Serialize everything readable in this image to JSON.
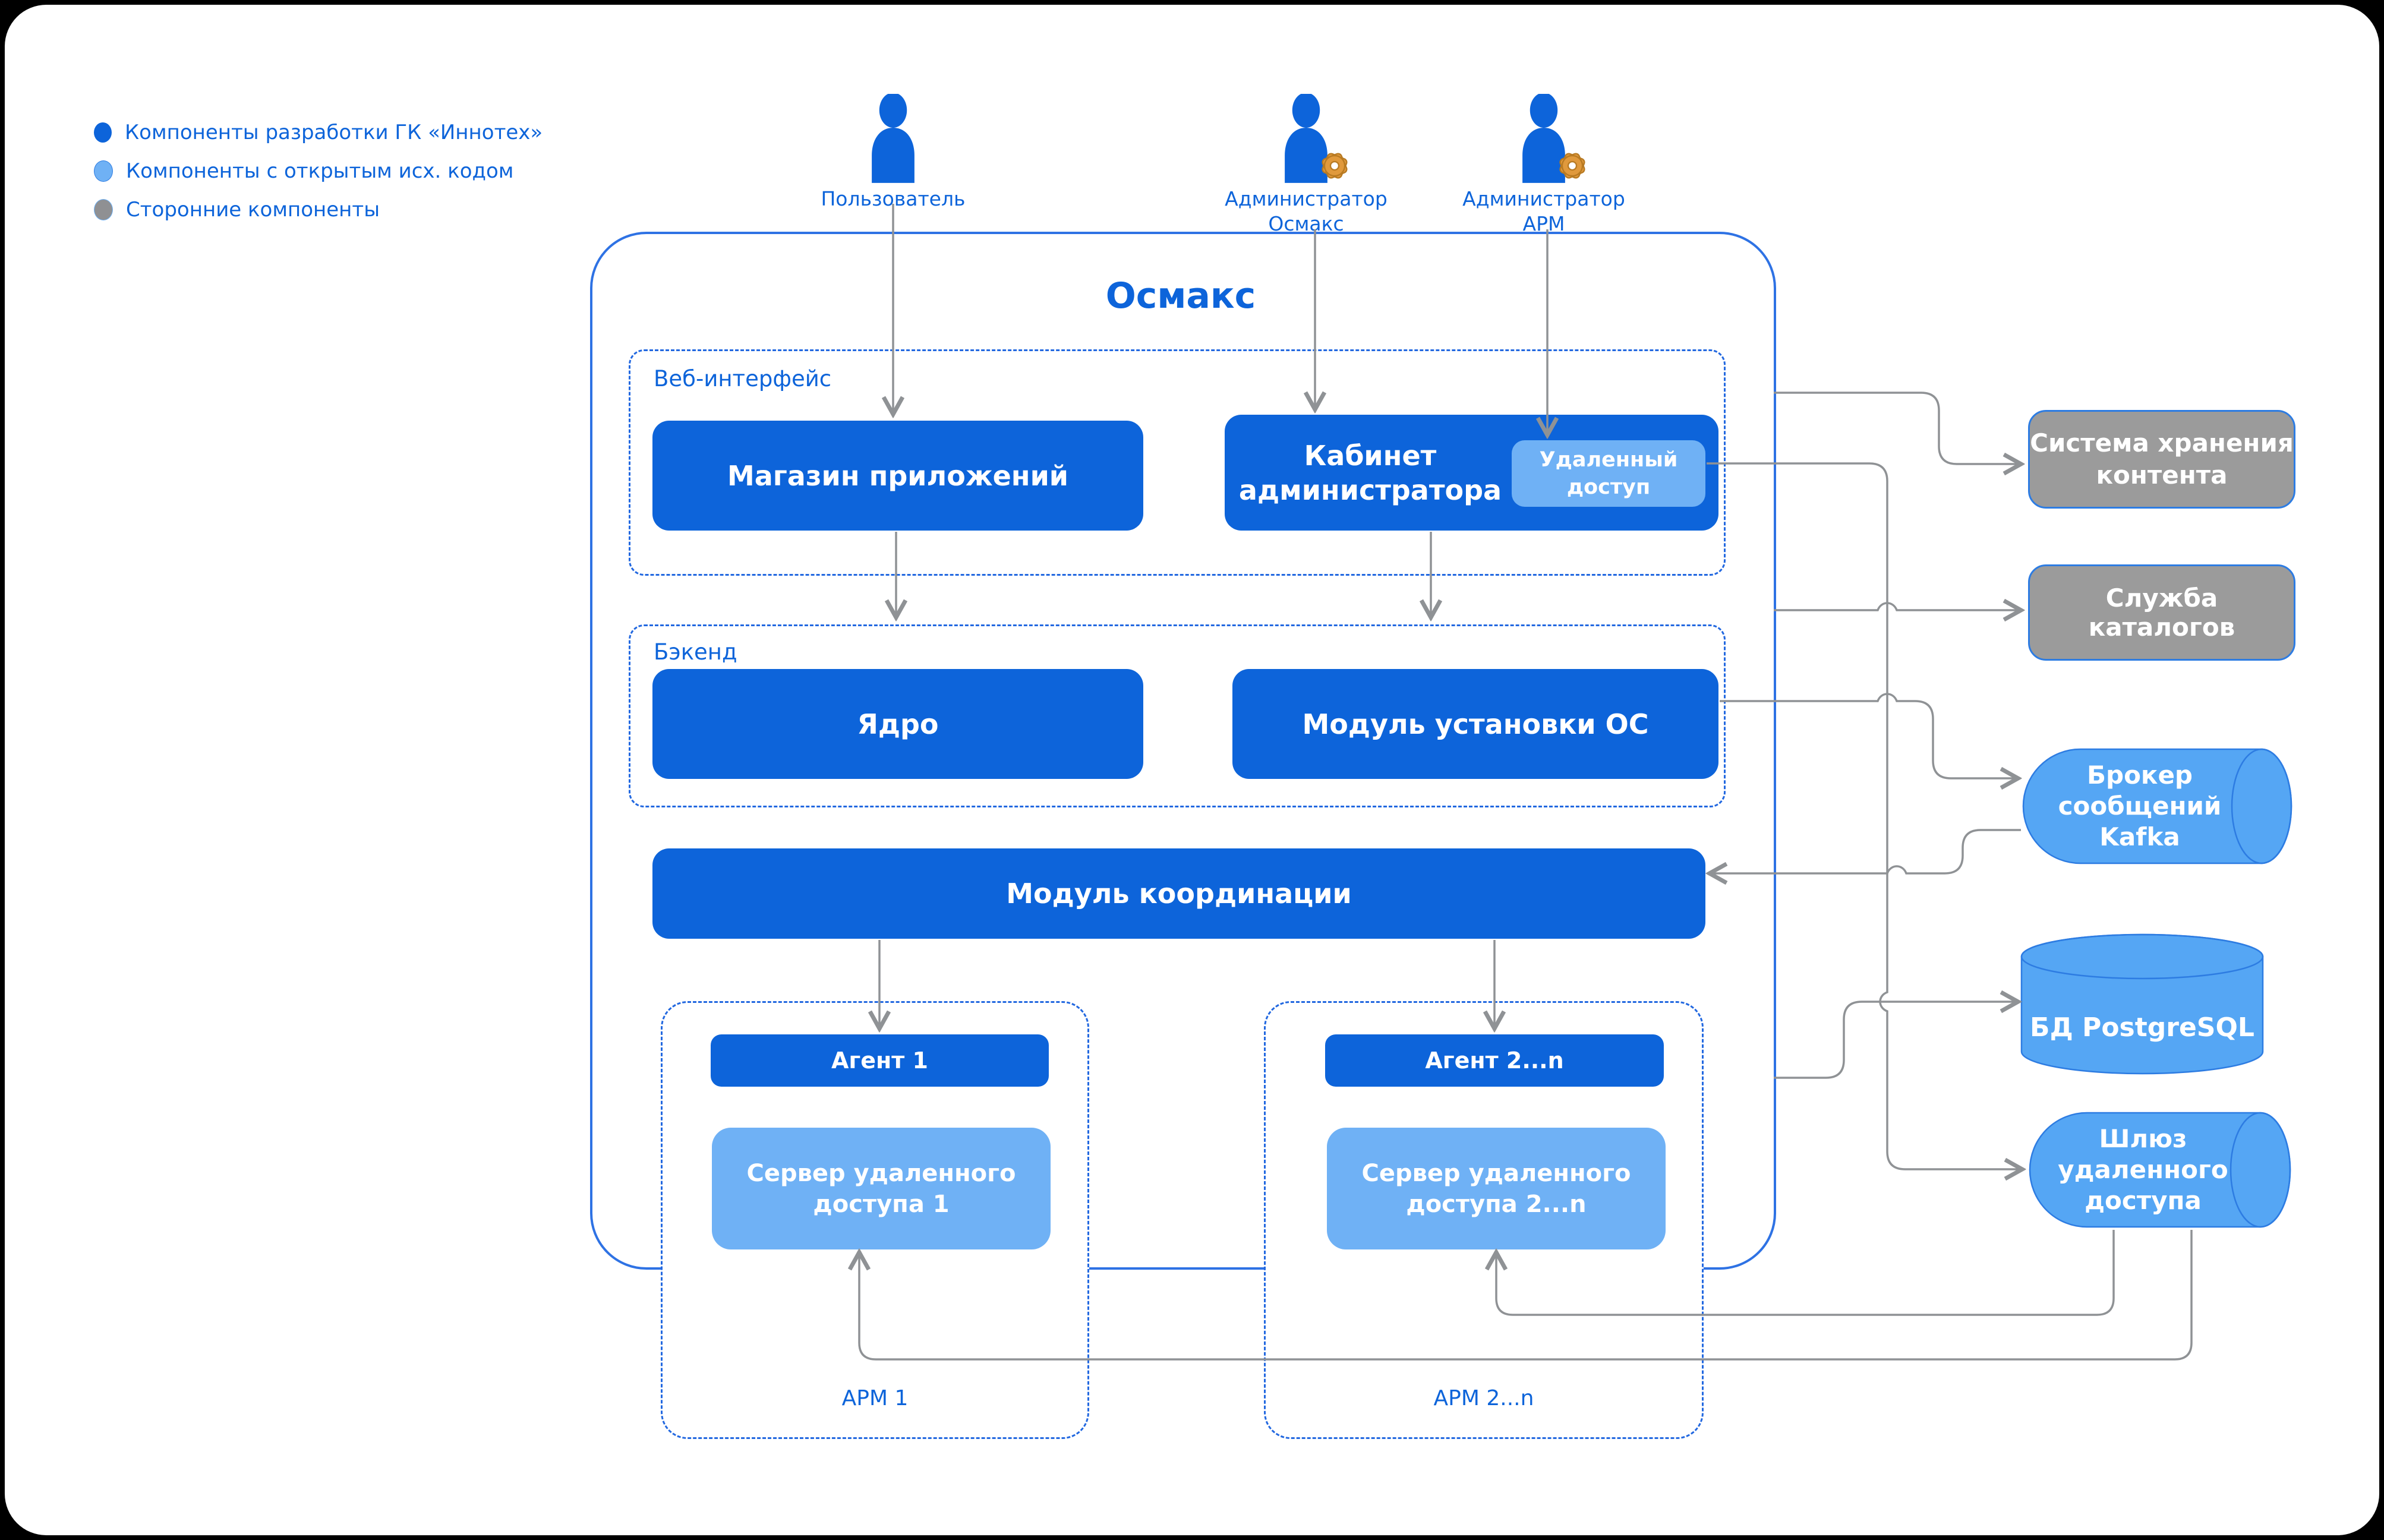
{
  "colors": {
    "innotech_component": "#0d64da",
    "open_source_component": "#6fb1f5",
    "third_party_component": "#9b9b9b",
    "connector": "#8f9295",
    "dashed_border": "#2268e0",
    "text_blue": "#0d64da",
    "cylinder_fill": "#55a6f4",
    "cylinder_stroke": "#2d7ce2"
  },
  "legend": {
    "items": [
      {
        "label": "Компоненты разработки ГК «Иннотех»",
        "color": "#0d64da"
      },
      {
        "label": "Компоненты с открытым исх. кодом",
        "color": "#6fb1f5"
      },
      {
        "label": "Сторонние компоненты",
        "color": "#9b9b9b"
      }
    ]
  },
  "actors": {
    "user": {
      "label": "Пользователь"
    },
    "admin_osmaks": {
      "line1": "Администратор",
      "line2": "Осмакс"
    },
    "admin_arm": {
      "line1": "Администратор",
      "line2": "АРМ"
    }
  },
  "platform": {
    "title": "Осмакс",
    "web_interface": {
      "label": "Веб-интерфейс",
      "app_store": "Магазин приложений",
      "admin_cabinet": {
        "line1": "Кабинет",
        "line2": "администратора"
      },
      "remote_access": {
        "line1": "Удаленный",
        "line2": "доступ"
      }
    },
    "backend": {
      "label": "Бэкенд",
      "core": "Ядро",
      "os_install": "Модуль установки ОС"
    },
    "coordination": "Модуль координации",
    "arm1": {
      "label": "АРМ 1",
      "agent": "Агент 1",
      "server": {
        "line1": "Сервер удаленного",
        "line2": "доступа 1"
      }
    },
    "arm2": {
      "label": "АРМ 2...n",
      "agent": "Агент 2...n",
      "server": {
        "line1": "Сервер удаленного",
        "line2": "доступа 2...n"
      }
    }
  },
  "external": {
    "content_storage": {
      "line1": "Система хранения",
      "line2": "контента"
    },
    "catalog_service": "Служба каталогов",
    "kafka": {
      "line1": "Брокер",
      "line2": "сообщений",
      "line3": "Kafka"
    },
    "postgres": "БД PostgreSQL",
    "gateway": {
      "line1": "Шлюз",
      "line2": "удаленного",
      "line3": "доступа"
    }
  }
}
